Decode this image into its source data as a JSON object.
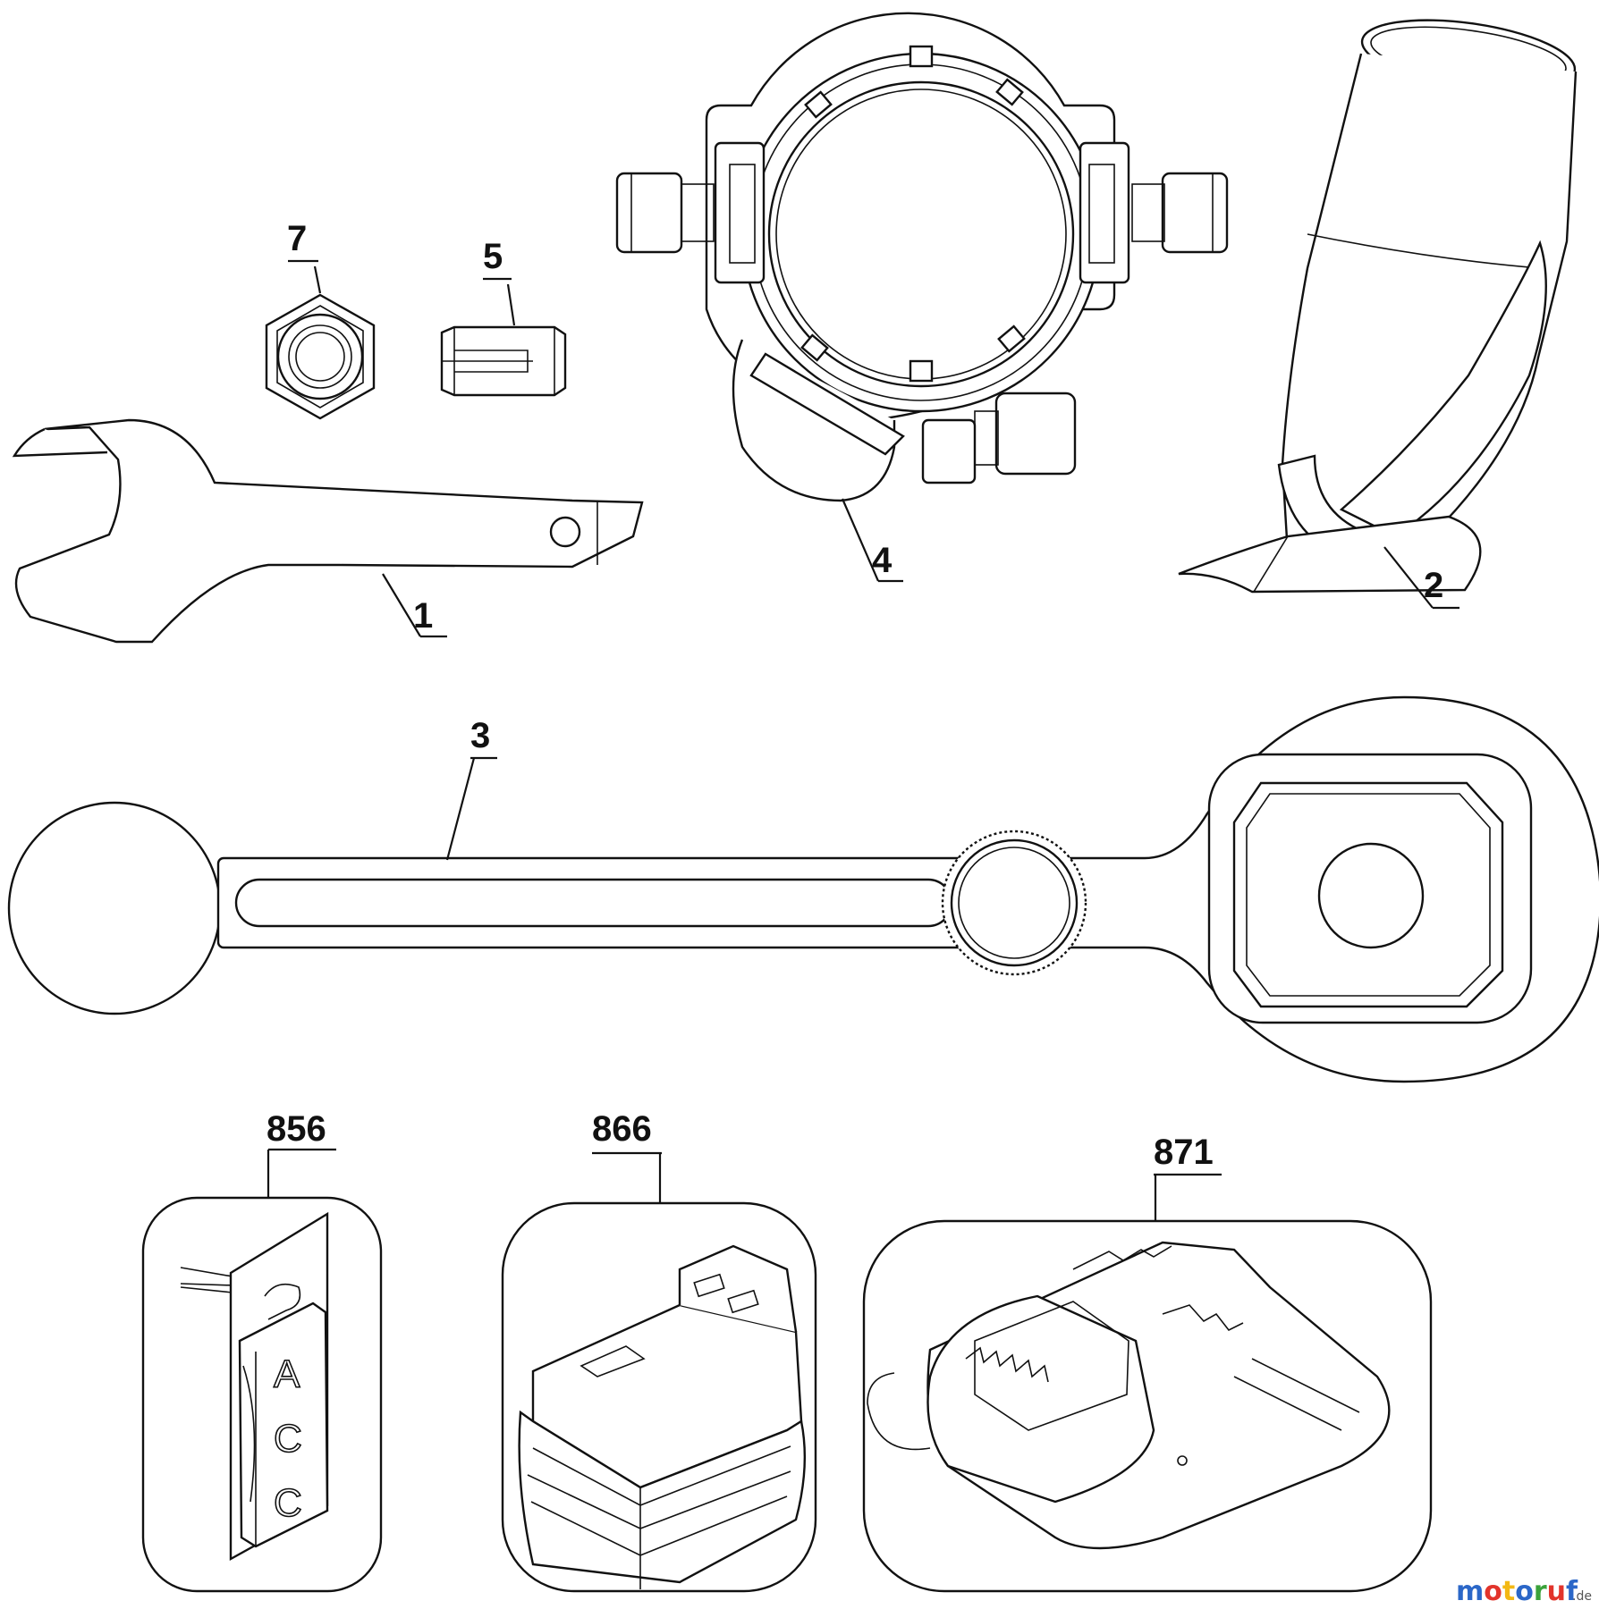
{
  "parts": [
    {
      "id": "label-7",
      "number": "7",
      "name": "nut-part"
    },
    {
      "id": "label-5",
      "number": "5",
      "name": "collet-part"
    },
    {
      "id": "label-4",
      "number": "4",
      "name": "dust-extraction-adapter-part"
    },
    {
      "id": "label-2",
      "number": "2",
      "name": "nozzle-part"
    },
    {
      "id": "label-1",
      "number": "1",
      "name": "open-end-wrench-part"
    },
    {
      "id": "label-3",
      "number": "3",
      "name": "edge-guide-arm-part"
    },
    {
      "id": "label-856",
      "number": "856",
      "name": "label-tag-part"
    },
    {
      "id": "label-866",
      "number": "866",
      "name": "battery-pack-part"
    },
    {
      "id": "label-871",
      "number": "871",
      "name": "battery-charger-part"
    }
  ],
  "watermark": {
    "brand_main": "motoruf",
    "brand_suffix": ".de",
    "colors": [
      "#2b67c8",
      "#e2342b",
      "#f3b814",
      "#2b67c8",
      "#3aa23a",
      "#e2342b",
      "#2b67c8"
    ]
  },
  "label_sheet": {
    "letters": [
      "A",
      "C",
      "C"
    ]
  }
}
